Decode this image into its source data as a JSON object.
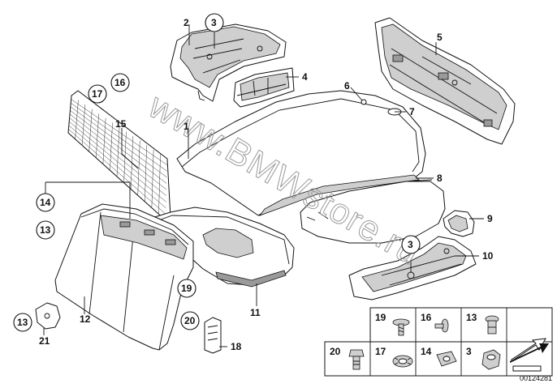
{
  "watermark": "www.BMWstore.ru",
  "callouts": {
    "c1": "1",
    "c2": "2",
    "c3a": "3",
    "c4": "4",
    "c5": "5",
    "c6": "6",
    "c7": "7",
    "c8": "8",
    "c9": "9",
    "c3b": "3",
    "c10": "10",
    "c11": "11",
    "c12": "12",
    "c13a": "13",
    "c14a": "14",
    "c15": "15",
    "c16a": "16",
    "c17a": "17",
    "c18": "18",
    "c19a": "19",
    "c20a": "20",
    "c21": "21",
    "c13b": "13"
  },
  "legend": {
    "row1": [
      "19",
      "16",
      "13"
    ],
    "row2": [
      "20",
      "17",
      "14",
      "3"
    ]
  },
  "diagram_id": "00124281"
}
